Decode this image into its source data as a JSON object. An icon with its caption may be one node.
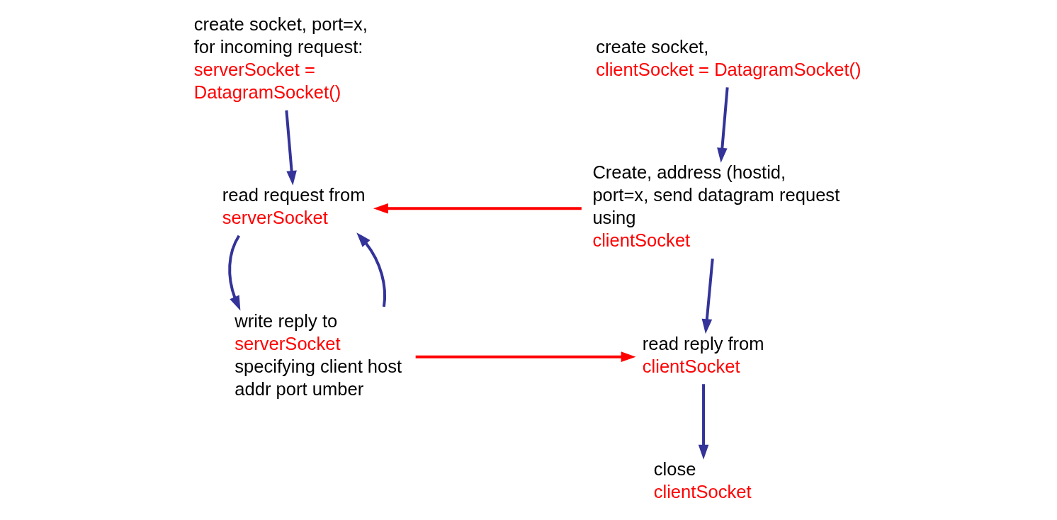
{
  "diagram": {
    "nodes": [
      {
        "text": [
          "create socket, port=x, for incoming request:",
          "serverSocket = DatagramSocket()"
        ]
      },
      {
        "text": [
          "read request from",
          "serverSocket"
        ]
      },
      {
        "text": [
          "write reply to",
          "serverSocket",
          "specifying client host addr port umber"
        ]
      },
      {
        "text": [
          "create socket,",
          "clientSocket = DatagramSocket()"
        ]
      },
      {
        "text": [
          "Create, address (hostid, port=x, send datagram request using",
          "clientSocket"
        ]
      },
      {
        "text": [
          "read reply from",
          "clientSocket"
        ]
      },
      {
        "text": [
          "close",
          "clientSocket"
        ]
      }
    ],
    "edges": [
      {
        "from": 0,
        "to": 1,
        "arrow": "to"
      },
      {
        "from": 1,
        "to": 2,
        "arrow": "to"
      },
      {
        "from": 2,
        "to": 1,
        "arrow": "to"
      },
      {
        "from": 3,
        "to": 4,
        "arrow": "to"
      },
      {
        "from": 4,
        "to": 1,
        "arrow": "to",
        "color": "#ff0000"
      },
      {
        "from": 4,
        "to": 5,
        "arrow": "to"
      },
      {
        "from": 2,
        "to": 5,
        "arrow": "to",
        "color": "#ff0000"
      },
      {
        "from": 5,
        "to": 6,
        "arrow": "to"
      }
    ]
  }
}
